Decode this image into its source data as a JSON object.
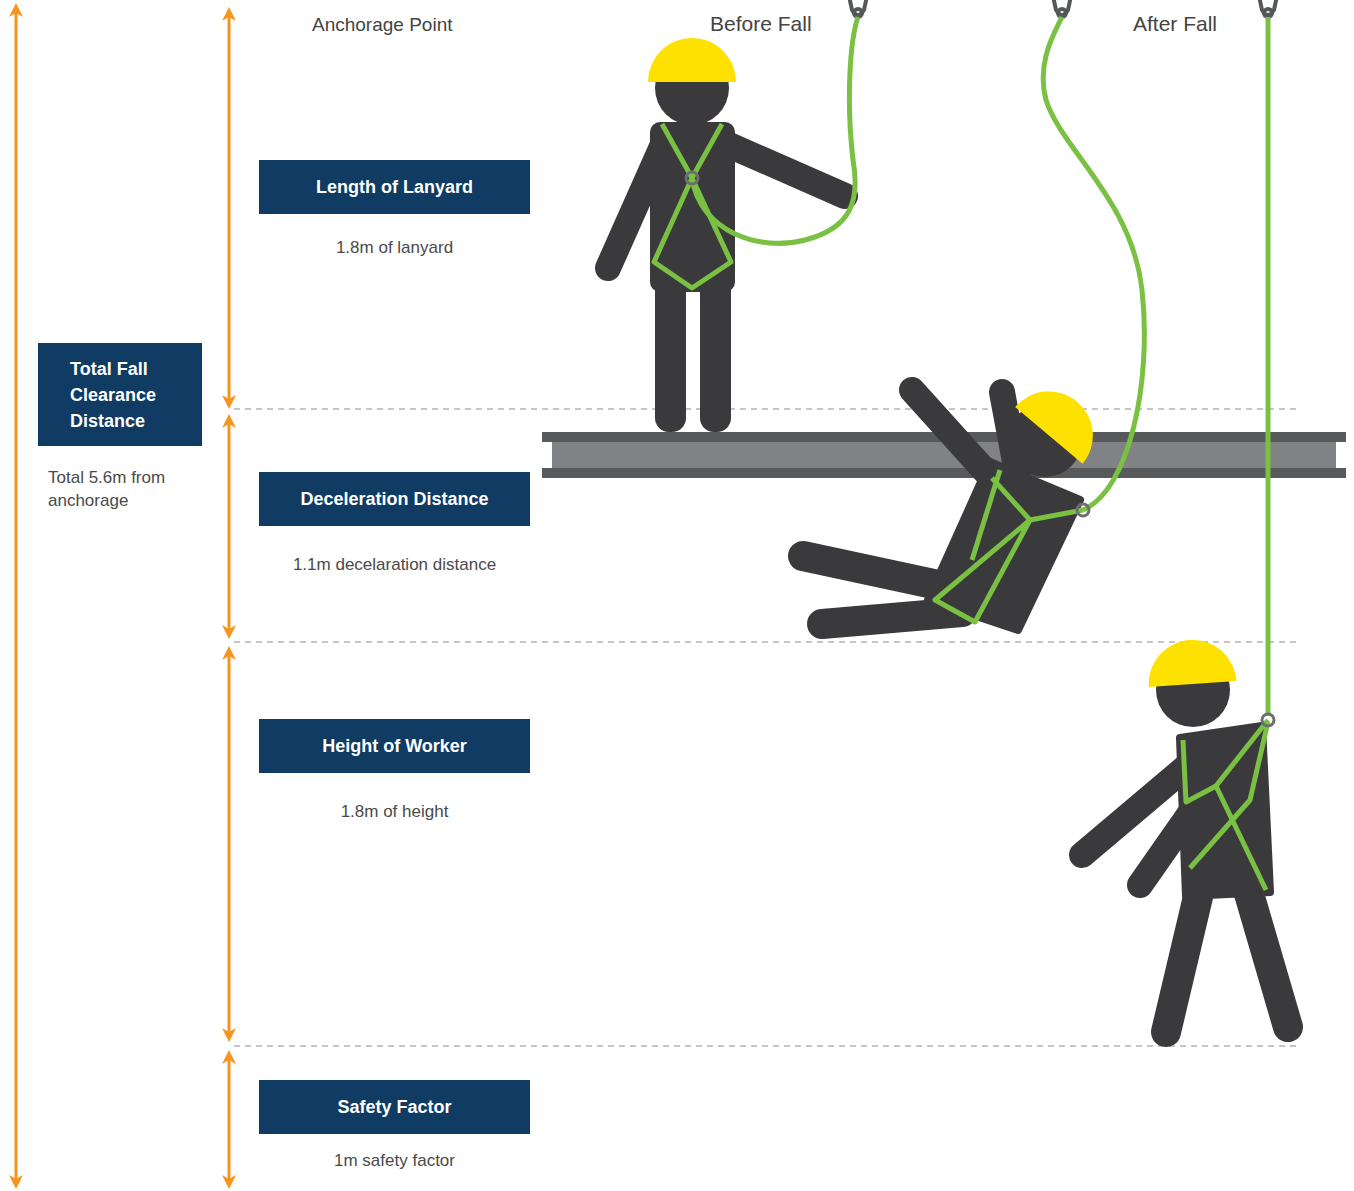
{
  "diagram": {
    "nodes": [
      {
        "text": [
          "Total Fall Clearance Distance",
          "Total 5.6m from anchorage"
        ]
      },
      {
        "text": [
          "Length of Lanyard",
          "1.8m of lanyard"
        ]
      },
      {
        "text": [
          "Deceleration Distance",
          "1.1m decelaration distance"
        ]
      },
      {
        "text": [
          "Height of Worker",
          "1.8m of height"
        ]
      },
      {
        "text": [
          "Safety Factor",
          "1m safety factor"
        ]
      }
    ],
    "labels": [
      "Anchorage Point",
      "Before Fall",
      "After Fall"
    ]
  }
}
